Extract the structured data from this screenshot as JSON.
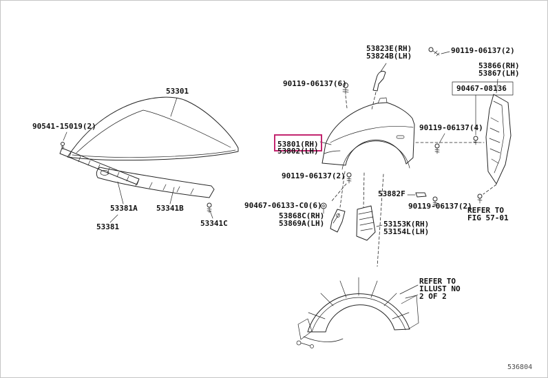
{
  "page": {
    "catalog_code": "536804"
  },
  "colors": {
    "line": "#232323",
    "label": "#101010",
    "highlight": "#c2246e",
    "frame": "#c4c4c4"
  },
  "labels": {
    "hood": "53301",
    "hood_seal_clip": "90541-15019(2)",
    "seal_sub": "53381A",
    "brace_sub": "53341B",
    "seal_assy": "53381",
    "brace_bolt": "53341C",
    "cowl_bracket_rh": "53823E(RH)",
    "cowl_bracket_lh": "53824B(LH)",
    "bolt_upper_right": "90119-06137(2)",
    "apron_rh": "53866(RH)",
    "apron_lh": "53867(LH)",
    "bolt_fender_top": "90119-06137(6)",
    "retainer": "90467-08136",
    "fender_rh": "53801(RH)",
    "fender_lh": "53802(LH)",
    "bolt_apron_side": "90119-06137(4)",
    "bolt_fender_front": "90119-06137(2)",
    "clip_f": "53882F",
    "bolt_lower_right": "90119-06137(2)",
    "clip_c0": "90467-06133-C0(6)",
    "bracket_rh": "53868C(RH)",
    "bracket_lh": "53869A(LH)",
    "shield_rh": "53153K(RH)",
    "shield_lh": "53154L(LH)",
    "refer_fig_line1": "REFER TO",
    "refer_fig_line2": "FIG 57-01",
    "refer_illust_line1": "REFER TO",
    "refer_illust_line2": "ILLUST NO",
    "refer_illust_line3": "2 OF 2"
  }
}
